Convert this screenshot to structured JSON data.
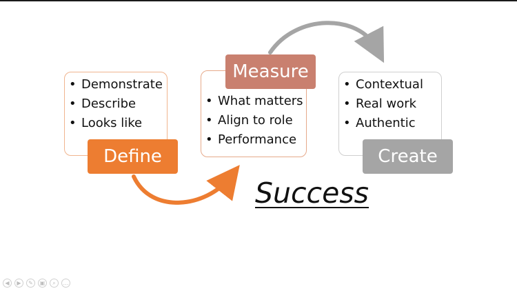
{
  "slide": {
    "steps": [
      {
        "label": "Define",
        "color": "#ED7D31",
        "border_color": "#F0B48E",
        "bullets": [
          "Demonstrate",
          "Describe",
          "Looks like"
        ]
      },
      {
        "label": "Measure",
        "color": "#C9806F",
        "border_color": "#E6A98A",
        "bullets": [
          "What matters",
          "Align to role",
          "Performance"
        ]
      },
      {
        "label": "Create",
        "color": "#A5A5A5",
        "border_color": "#CFCFCF",
        "bullets": [
          "Contextual",
          "Real work",
          "Authentic"
        ]
      }
    ],
    "title": "Success",
    "connectors": [
      {
        "from": "Define",
        "to": "Measure",
        "color": "#ED7D31"
      },
      {
        "from": "Measure",
        "to": "Create",
        "color": "#A5A5A5"
      }
    ]
  },
  "player_controls": [
    {
      "icon": "previous-icon",
      "glyph": "◀"
    },
    {
      "icon": "next-icon",
      "glyph": "▶"
    },
    {
      "icon": "pen-icon",
      "glyph": "✎"
    },
    {
      "icon": "slides-icon",
      "glyph": "▣"
    },
    {
      "icon": "zoom-icon",
      "glyph": "⌕"
    },
    {
      "icon": "more-icon",
      "glyph": "…"
    }
  ]
}
